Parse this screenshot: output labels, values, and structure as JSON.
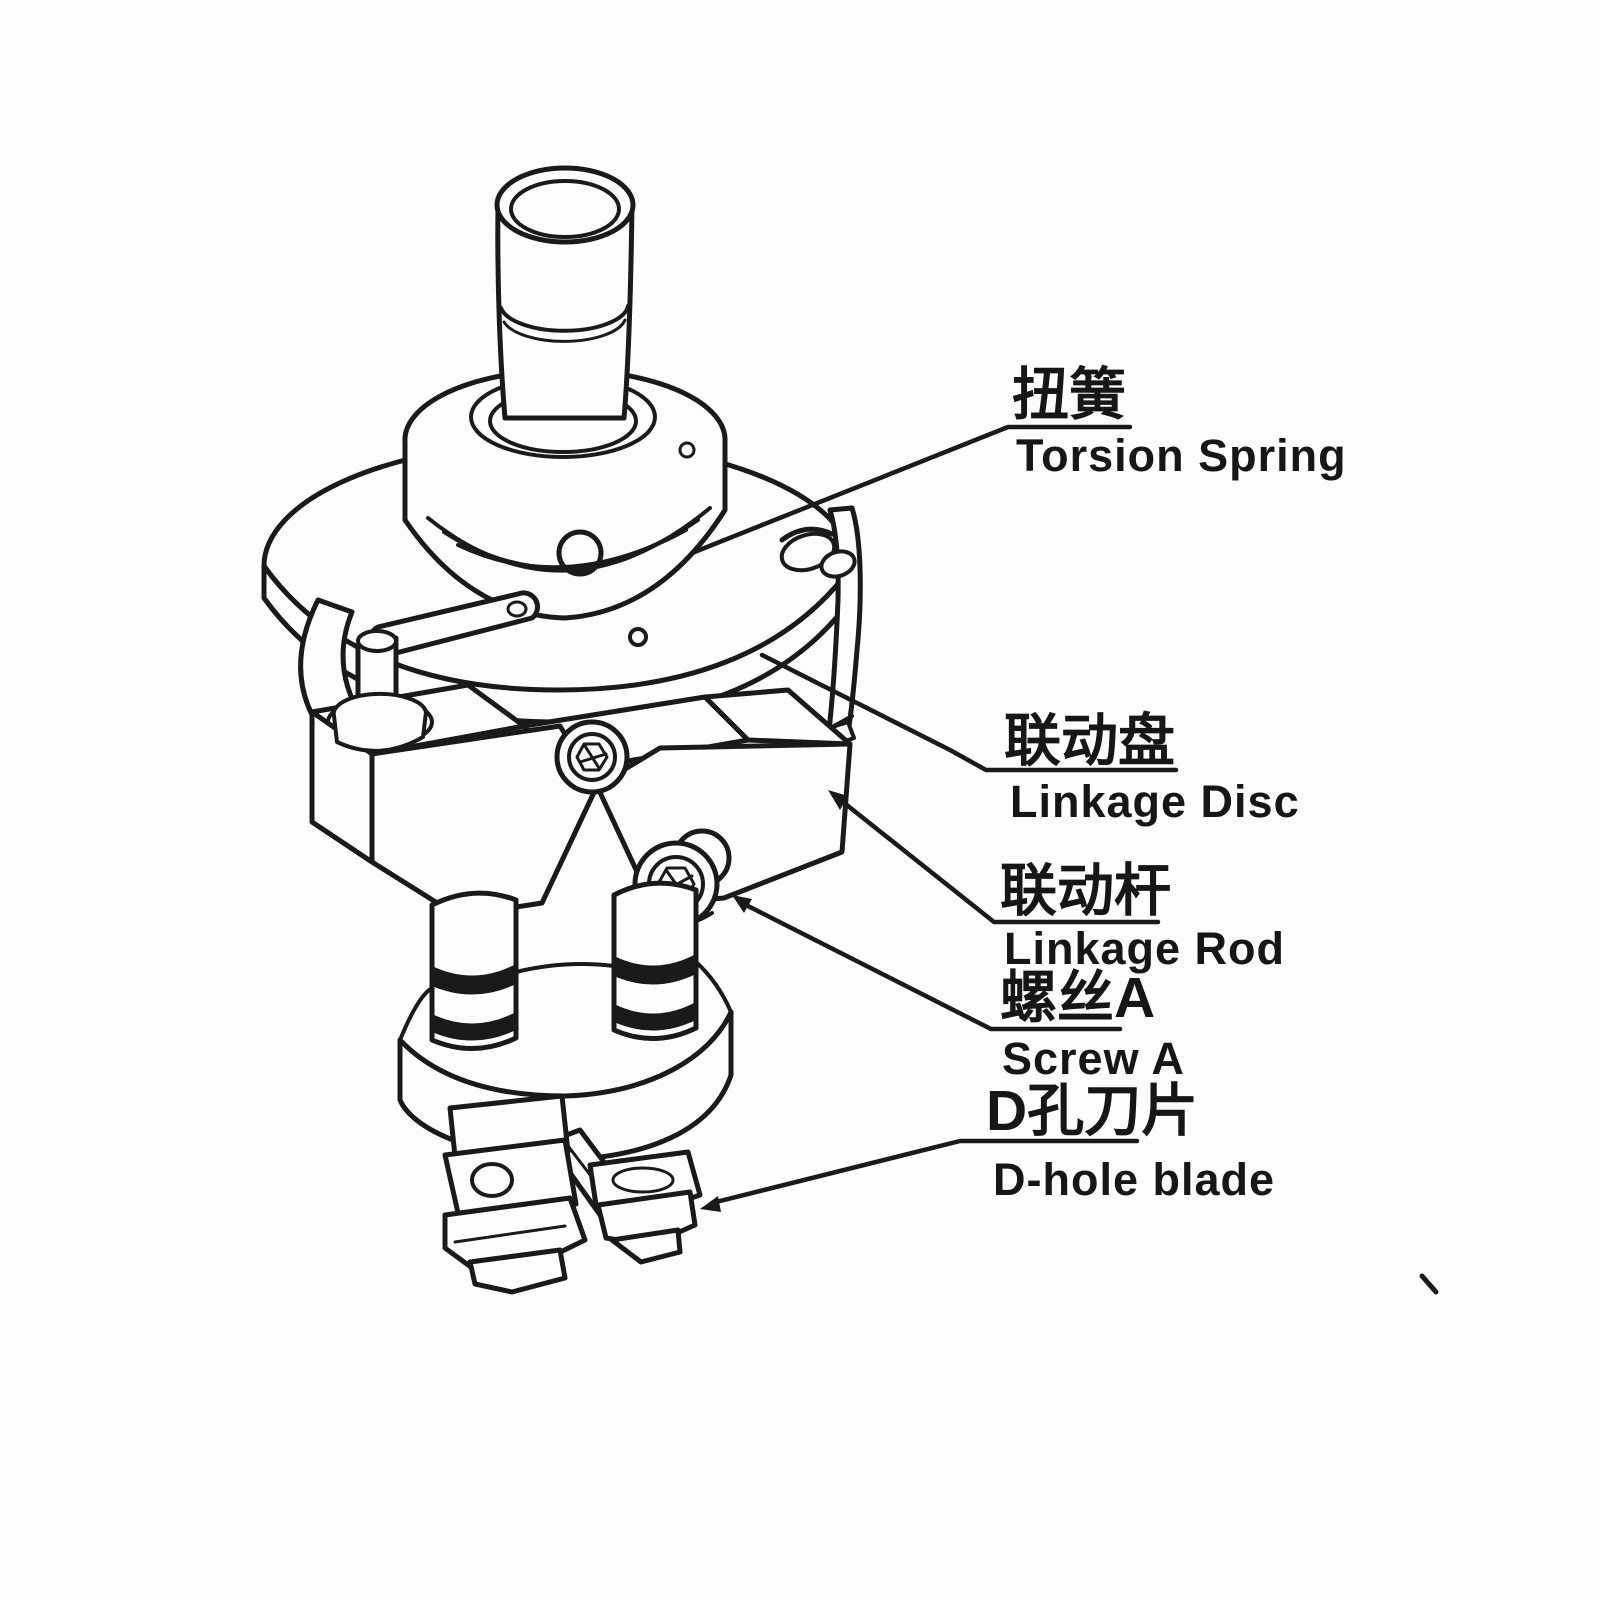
{
  "page": {
    "title": "Cutter head exploded parts diagram",
    "background_color": "#fdfdfd",
    "ink_color": "#1a1a1a"
  },
  "labels": [
    {
      "id": "torsion-spring",
      "cn": "扭簧",
      "en": "Torsion Spring"
    },
    {
      "id": "linkage-disc",
      "cn": "联动盘",
      "en": "Linkage Disc"
    },
    {
      "id": "linkage-rod",
      "cn": "联动杆",
      "en": "Linkage Rod"
    },
    {
      "id": "screw-a",
      "cn": "螺丝A",
      "en": "Screw A"
    },
    {
      "id": "d-hole-blade",
      "cn": "D孔刀片",
      "en": "D-hole blade"
    }
  ]
}
